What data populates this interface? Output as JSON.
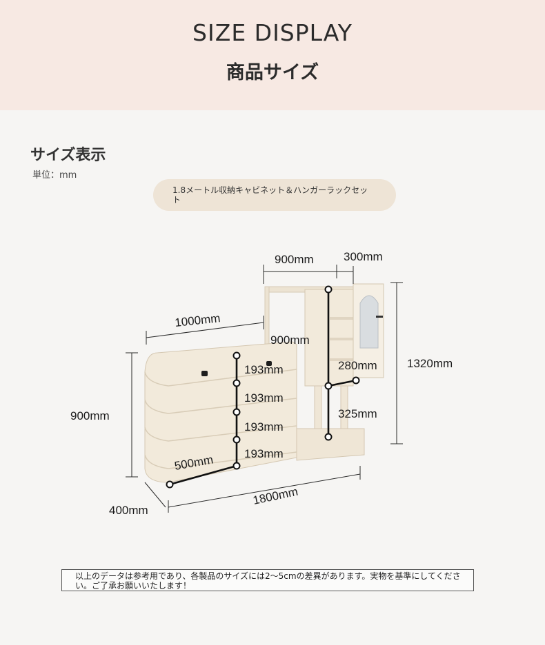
{
  "banner": {
    "title": "SIZE DISPLAY",
    "subtitle": "商品サイズ"
  },
  "section": {
    "title": "サイズ表示",
    "unit": "単位：mm"
  },
  "product": {
    "name": "1.8メートル収納キャビネット＆ハンガーラックセット"
  },
  "dimensions": {
    "top_width": "900mm",
    "top_depth": "300mm",
    "cabinet_width": "1000mm",
    "inner_height": "900mm",
    "total_height": "1320mm",
    "drawer_1": "193mm",
    "drawer_2": "193mm",
    "drawer_3": "193mm",
    "drawer_4": "193mm",
    "shelf_depth": "280mm",
    "leg_height": "325mm",
    "cabinet_height": "900mm",
    "cabinet_depth": "500mm",
    "total_depth": "400mm",
    "total_width": "1800mm"
  },
  "colors": {
    "banner": "#f7e9e3",
    "pill": "#eee4d6",
    "furniture": "#f2eadb"
  },
  "note": {
    "text": "以上のデータは参考用であり、各製品のサイズには2〜5cmの差異があります。実物を基準にしてください。ご了承お願いいたします！"
  }
}
